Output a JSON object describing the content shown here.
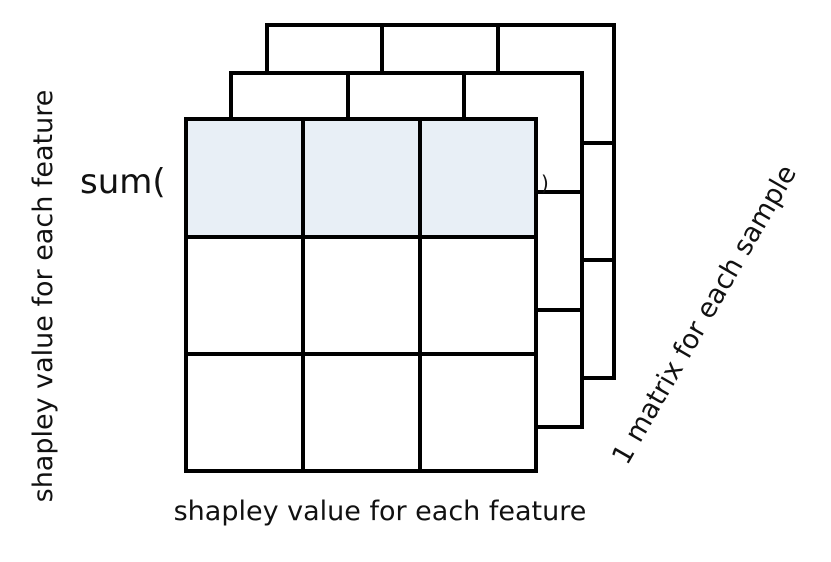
{
  "labels": {
    "sum_open": "sum(",
    "sum_close": ")",
    "y_axis": "shapley value for each feature",
    "x_axis": "shapley value for each feature",
    "depth_axis": "1 matrix for each sample"
  },
  "colors": {
    "line": "#000000",
    "highlight_fill": "#e8eff6",
    "sum_text": "#2e3f6e",
    "close_paren": "#5b3d7a",
    "label_text": "#111111"
  }
}
